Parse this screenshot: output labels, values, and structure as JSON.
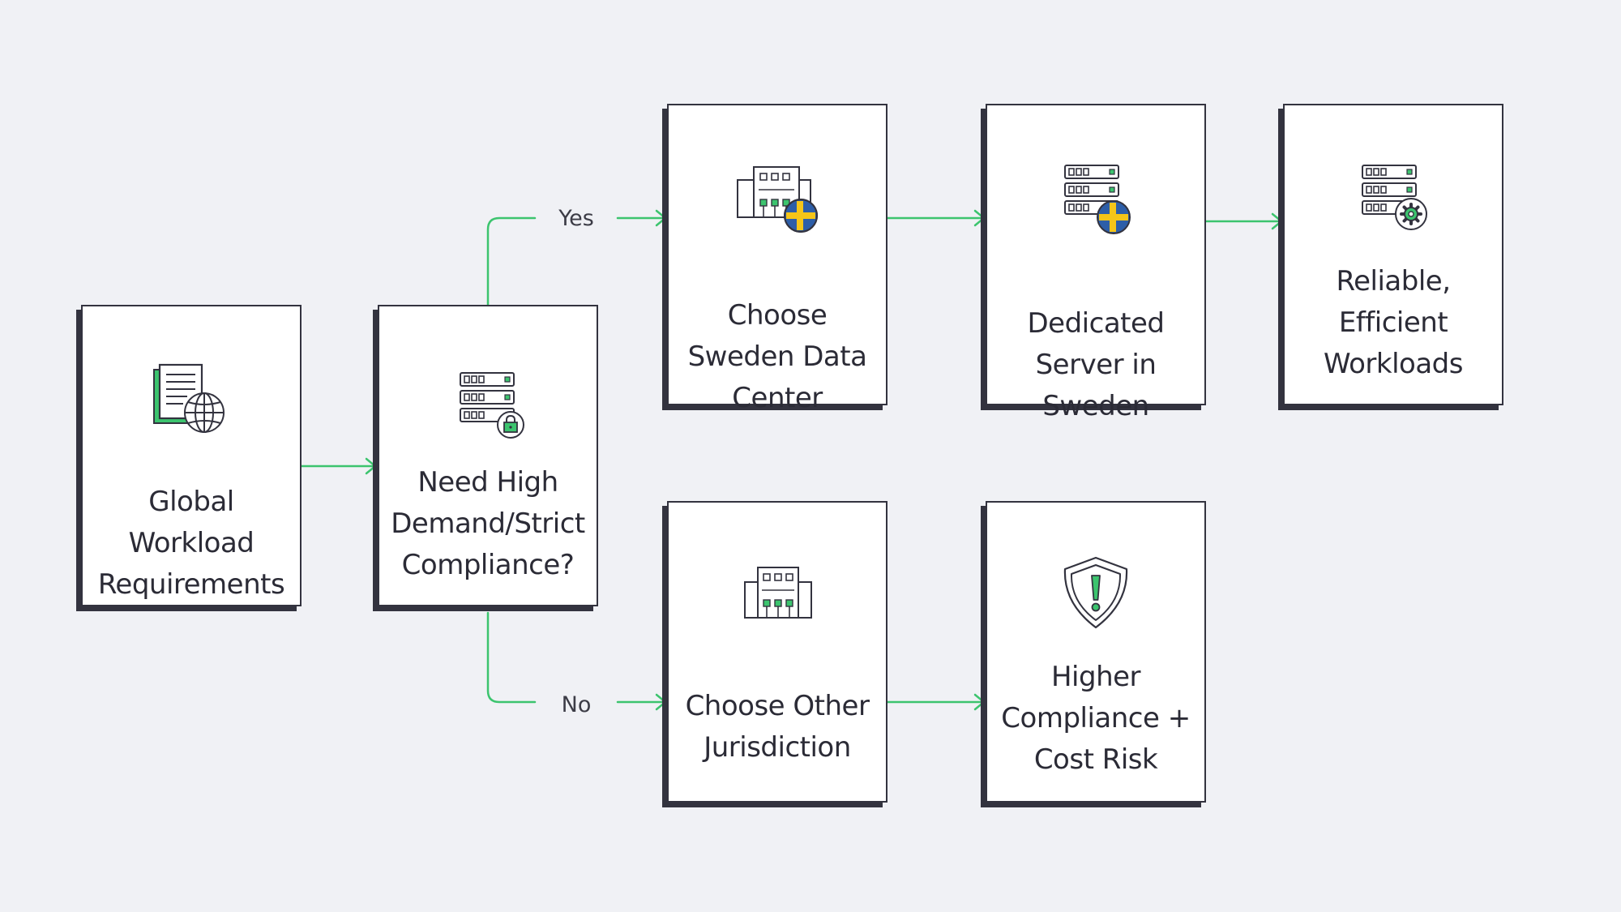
{
  "nodes": {
    "global_workload": {
      "label": "Global Workload Requirements",
      "icon": "document-globe-icon"
    },
    "need_high_demand": {
      "label": "Need High Demand/Strict Compliance?",
      "icon": "server-lock-icon"
    },
    "choose_sweden": {
      "label": "Choose Sweden Data Center",
      "icon": "building-sweden-flag-icon"
    },
    "dedicated_server": {
      "label": "Dedicated Server in Sweden",
      "icon": "server-sweden-flag-icon"
    },
    "reliable_workloads": {
      "label": "Reliable, Efficient Workloads",
      "icon": "server-gear-icon"
    },
    "choose_other": {
      "label": "Choose Other Jurisdiction",
      "icon": "building-icon"
    },
    "higher_risk": {
      "label": "Higher Compliance + Cost Risk",
      "icon": "shield-warning-icon"
    }
  },
  "edges": {
    "yes": {
      "label": "Yes"
    },
    "no": {
      "label": "No"
    }
  },
  "colors": {
    "background": "#f0f1f5",
    "node_border": "#33333f",
    "connector": "#3cc46e",
    "accent_green": "#3cc46e",
    "flag_blue": "#2d5ea8",
    "flag_yellow": "#f5c518"
  }
}
